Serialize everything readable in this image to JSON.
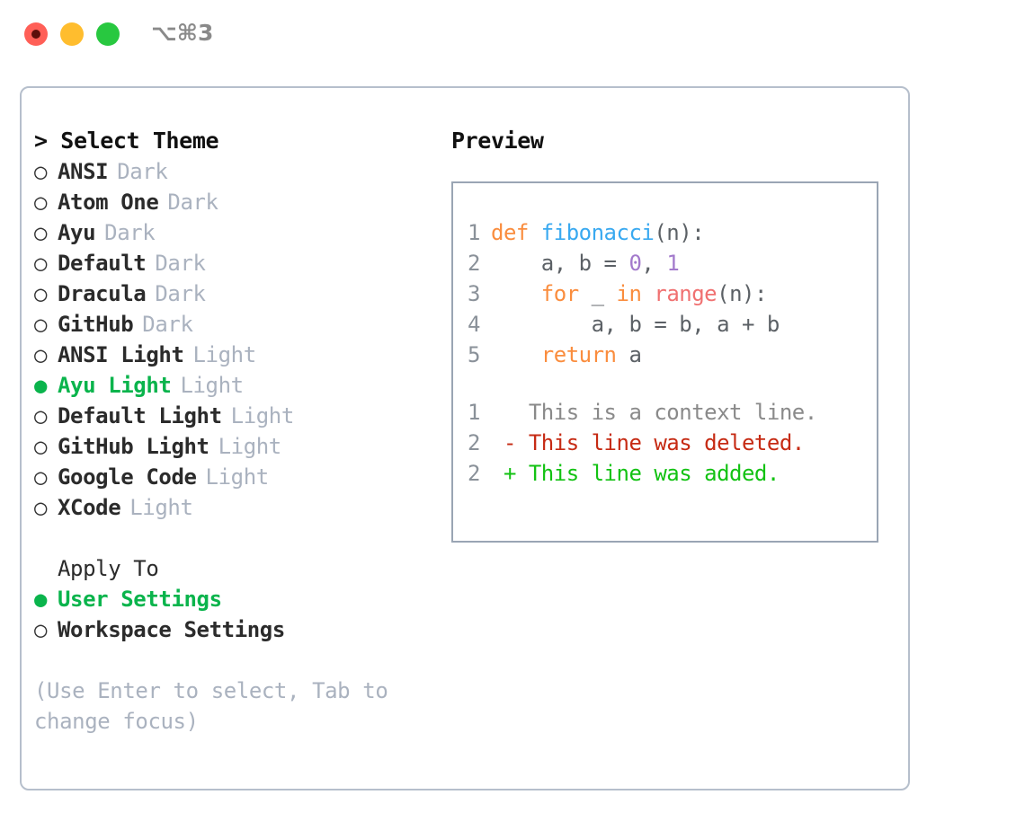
{
  "window": {
    "traffic_lights": [
      "close",
      "minimize",
      "maximize"
    ],
    "shortcut_label": "⌥⌘3",
    "colors": {
      "close": "#ff5f57",
      "minimize": "#ffbd2e",
      "maximize": "#28c840",
      "panel_border": "#b6bfcc",
      "preview_border": "#9aa5b4",
      "accent_green": "#0ab44c",
      "dim_text": "#aab2bf"
    }
  },
  "theme_picker": {
    "header": "> Select Theme",
    "marker_selected": "●",
    "marker_unselected": "○",
    "options": [
      {
        "label": "ANSI",
        "variant": "Dark",
        "selected": false
      },
      {
        "label": "Atom One",
        "variant": "Dark",
        "selected": false
      },
      {
        "label": "Ayu",
        "variant": "Dark",
        "selected": false
      },
      {
        "label": "Default",
        "variant": "Dark",
        "selected": false
      },
      {
        "label": "Dracula",
        "variant": "Dark",
        "selected": false
      },
      {
        "label": "GitHub",
        "variant": "Dark",
        "selected": false
      },
      {
        "label": "ANSI Light",
        "variant": "Light",
        "selected": false
      },
      {
        "label": "Ayu Light",
        "variant": "Light",
        "selected": true
      },
      {
        "label": "Default Light",
        "variant": "Light",
        "selected": false
      },
      {
        "label": "GitHub Light",
        "variant": "Light",
        "selected": false
      },
      {
        "label": "Google Code",
        "variant": "Light",
        "selected": false
      },
      {
        "label": "XCode",
        "variant": "Light",
        "selected": false
      }
    ]
  },
  "apply_to": {
    "header": "Apply To",
    "options": [
      {
        "label": "User Settings",
        "selected": true
      },
      {
        "label": "Workspace Settings",
        "selected": false
      }
    ]
  },
  "hint": "(Use Enter to select, Tab to change focus)",
  "preview": {
    "header": "Preview",
    "code_lines": [
      {
        "no": "1",
        "tokens": [
          {
            "t": "def ",
            "c": "kw"
          },
          {
            "t": "fibonacci",
            "c": "fn"
          },
          {
            "t": "(n):",
            "c": "pl"
          }
        ]
      },
      {
        "no": "2",
        "tokens": [
          {
            "t": "    a, b = ",
            "c": "pl"
          },
          {
            "t": "0",
            "c": "num"
          },
          {
            "t": ", ",
            "c": "pl"
          },
          {
            "t": "1",
            "c": "num"
          }
        ]
      },
      {
        "no": "3",
        "tokens": [
          {
            "t": "    ",
            "c": "pl"
          },
          {
            "t": "for",
            "c": "kw"
          },
          {
            "t": " _ ",
            "c": "pl"
          },
          {
            "t": "in",
            "c": "kw"
          },
          {
            "t": " ",
            "c": "pl"
          },
          {
            "t": "range",
            "c": "bi"
          },
          {
            "t": "(n):",
            "c": "pl"
          }
        ]
      },
      {
        "no": "4",
        "tokens": [
          {
            "t": "        a, b = b, a + b",
            "c": "pl"
          }
        ]
      },
      {
        "no": "5",
        "tokens": [
          {
            "t": "    ",
            "c": "pl"
          },
          {
            "t": "return",
            "c": "kw"
          },
          {
            "t": " a",
            "c": "pl"
          }
        ]
      }
    ],
    "diff_lines": [
      {
        "no": "1",
        "tokens": [
          {
            "t": "   This is a context line.",
            "c": "ctx"
          }
        ]
      },
      {
        "no": "2",
        "tokens": [
          {
            "t": " - This line was deleted.",
            "c": "del"
          }
        ]
      },
      {
        "no": "2",
        "tokens": [
          {
            "t": " + This line was added.",
            "c": "add"
          }
        ]
      }
    ]
  }
}
